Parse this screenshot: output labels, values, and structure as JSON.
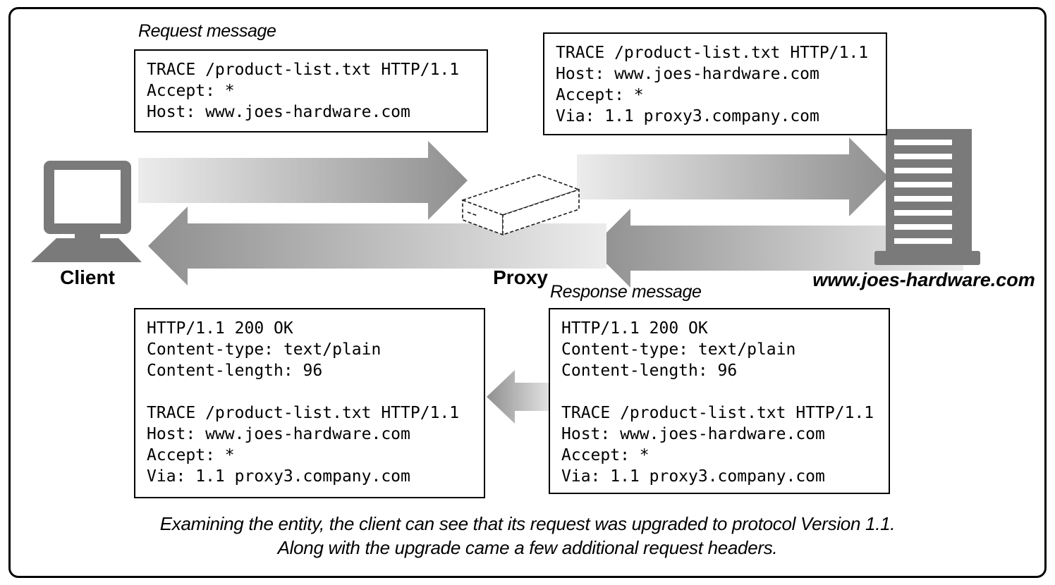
{
  "labels": {
    "request_message": "Request message",
    "response_message": "Response message",
    "client": "Client",
    "proxy": "Proxy",
    "server": "www.joes-hardware.com"
  },
  "boxes": {
    "client_request": {
      "lines": [
        "TRACE /product-list.txt HTTP/1.1",
        "Accept: *",
        "Host: www.joes-hardware.com"
      ]
    },
    "proxy_request": {
      "lines": [
        "TRACE /product-list.txt HTTP/1.1",
        "Host: www.joes-hardware.com",
        "Accept: *",
        "Via: 1.1 proxy3.company.com"
      ]
    },
    "client_response": {
      "lines": [
        "HTTP/1.1 200 OK",
        "Content-type: text/plain",
        "Content-length: 96",
        "",
        "TRACE /product-list.txt HTTP/1.1",
        "Host: www.joes-hardware.com",
        "Accept: *",
        "Via: 1.1 proxy3.company.com"
      ]
    },
    "proxy_response": {
      "lines": [
        "HTTP/1.1 200 OK",
        "Content-type: text/plain",
        "Content-length: 96",
        "",
        "TRACE /product-list.txt HTTP/1.1",
        "Host: www.joes-hardware.com",
        "Accept: *",
        "Via: 1.1 proxy3.company.com"
      ]
    }
  },
  "caption": {
    "line1": "Examining the entity, the client can see that its request was upgraded to protocol Version 1.1.",
    "line2": "Along with the upgrade came a few additional request headers."
  },
  "colors": {
    "icon_gray": "#7a7a7a",
    "arrow_dark": "#8f8f8f",
    "arrow_light": "#ececec",
    "border_black": "#000000"
  }
}
